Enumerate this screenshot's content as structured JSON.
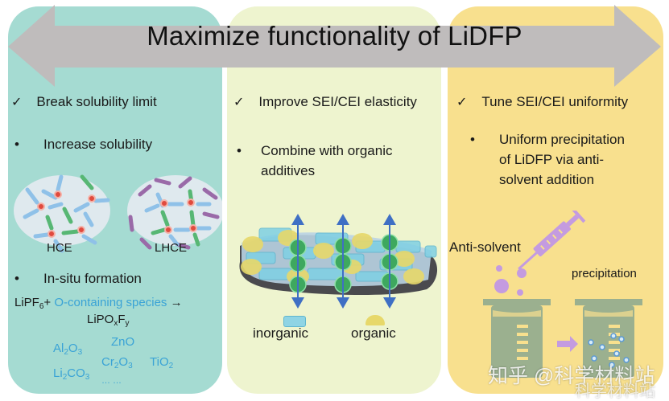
{
  "title": "Maximize functionality of LiDFP",
  "colors": {
    "left_panel": "#a5dbd2",
    "middle_panel": "#eef4cf",
    "right_panel": "#f8e08e",
    "arrow": "#bfbcbc",
    "accent_blue": "#3aa3d6",
    "syringe_purple": "#c49be0",
    "beaker_green": "#9bb08f"
  },
  "left": {
    "heading": "Break solubility limit",
    "bullet1": "Increase solubility",
    "cluster1_label": "HCE",
    "cluster2_label": "LHCE",
    "bullet2": "In-situ formation",
    "reaction_lhs": "LiPF",
    "reaction_lhs_sub": "6",
    "reaction_plus": "+ ",
    "reaction_species": "O-containing species",
    "reaction_arrow": " →",
    "product_main": "LiPO",
    "product_sub_x": "x",
    "product_f": "F",
    "product_sub_y": "y",
    "oxides": [
      {
        "base": "Al",
        "s1": "2",
        "mid": "O",
        "s2": "3"
      },
      {
        "base": "ZnO"
      },
      {
        "base": "Cr",
        "s1": "2",
        "mid": "O",
        "s2": "3"
      },
      {
        "base": "TiO",
        "s1": "2"
      },
      {
        "base": "Li",
        "s1": "2",
        "mid": "CO",
        "s2": "3"
      }
    ],
    "ellipsis": "… …"
  },
  "middle": {
    "heading": "Improve SEI/CEI elasticity",
    "bullet_line1": "Combine with organic",
    "bullet_line2": "additives",
    "legend_inorganic": "inorganic",
    "legend_organic": "organic"
  },
  "right": {
    "heading": "Tune SEI/CEI uniformity",
    "bullet_line1": "Uniform precipitation",
    "bullet_line2": "of LiDFP via anti-",
    "bullet_line3": "solvent addition",
    "antisolvent_label": "Anti-solvent",
    "precipitation_label": "precipitation"
  },
  "watermark": {
    "line1": "知乎 @科学材料站",
    "line2": "科学材料站"
  }
}
